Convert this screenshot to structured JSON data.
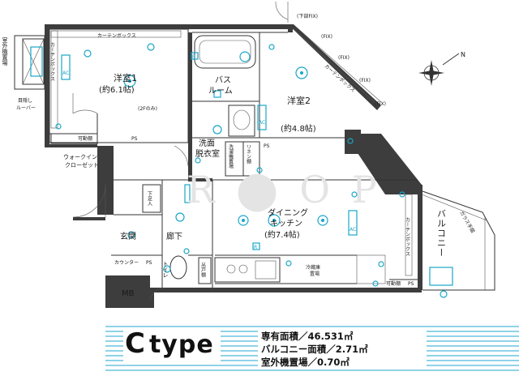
{
  "rooms": {
    "western1": "洋室1",
    "western1_size": "(約6.1帖)",
    "western2": "洋室2",
    "western2_size": "(約4.8帖)",
    "bath": "バス",
    "bath2": "ルーム",
    "washroom": "洗面",
    "washroom2": "脱衣室",
    "dining": "ダイニング",
    "dining2": "キッチン",
    "dining_size": "(約7.4帖)",
    "entrance": "玄関",
    "hallway": "廊下",
    "balcony": "バルコニー",
    "toilet": "トイレ",
    "mb": "MB",
    "walkin": "ウォークイン",
    "walkin2": "クローゼット"
  },
  "labels": {
    "curtain_box_top": "カーテンボックス",
    "curtain_box_left": "カーテンボックス",
    "curtain_box_right": "カーテンボックス",
    "outdoor_unit": "室外機置場",
    "blind_louver": "目隠し",
    "blind_louver2": "ルーバー",
    "two_f_only": "(2Fのみ)",
    "movable_shelf1": "可動棚",
    "movable_shelf2": "可動棚",
    "ps1": "PS",
    "ps2": "PS",
    "ps3": "PS",
    "ps4": "PS",
    "shoe_box": "下足入",
    "counter": "カウンター",
    "washer": "洗濯機置場",
    "linen": "リネン棚",
    "toilet_shelf": "吊戸棚",
    "fridge": "冷蔵庫",
    "fridge2": "置場",
    "glass_rail": "ガラス手摺",
    "fix1": "(下部FIX)",
    "fix2": "(FIX)",
    "fix3": "(FIX)",
    "fix4": "(FIX)",
    "fix5": "(FIX)",
    "curtain_diag": "カーテンボックス",
    "ac1": "AC",
    "ac2": "AC",
    "ac3": "AC",
    "r1": "R",
    "r2": "R",
    "watermark": "R  ⬤  O  P",
    "compass_n": "N"
  },
  "footer": {
    "type_letter": "C",
    "type_word": "type",
    "spec1": "専有面積／46.531㎡",
    "spec2": "バルコニー面積／2.71㎡",
    "spec3": "室外機置場／0.70㎡"
  },
  "colors": {
    "accent": "#19a6c7",
    "stripe": "#8fd3e8",
    "wall": "#3d3d3d"
  }
}
